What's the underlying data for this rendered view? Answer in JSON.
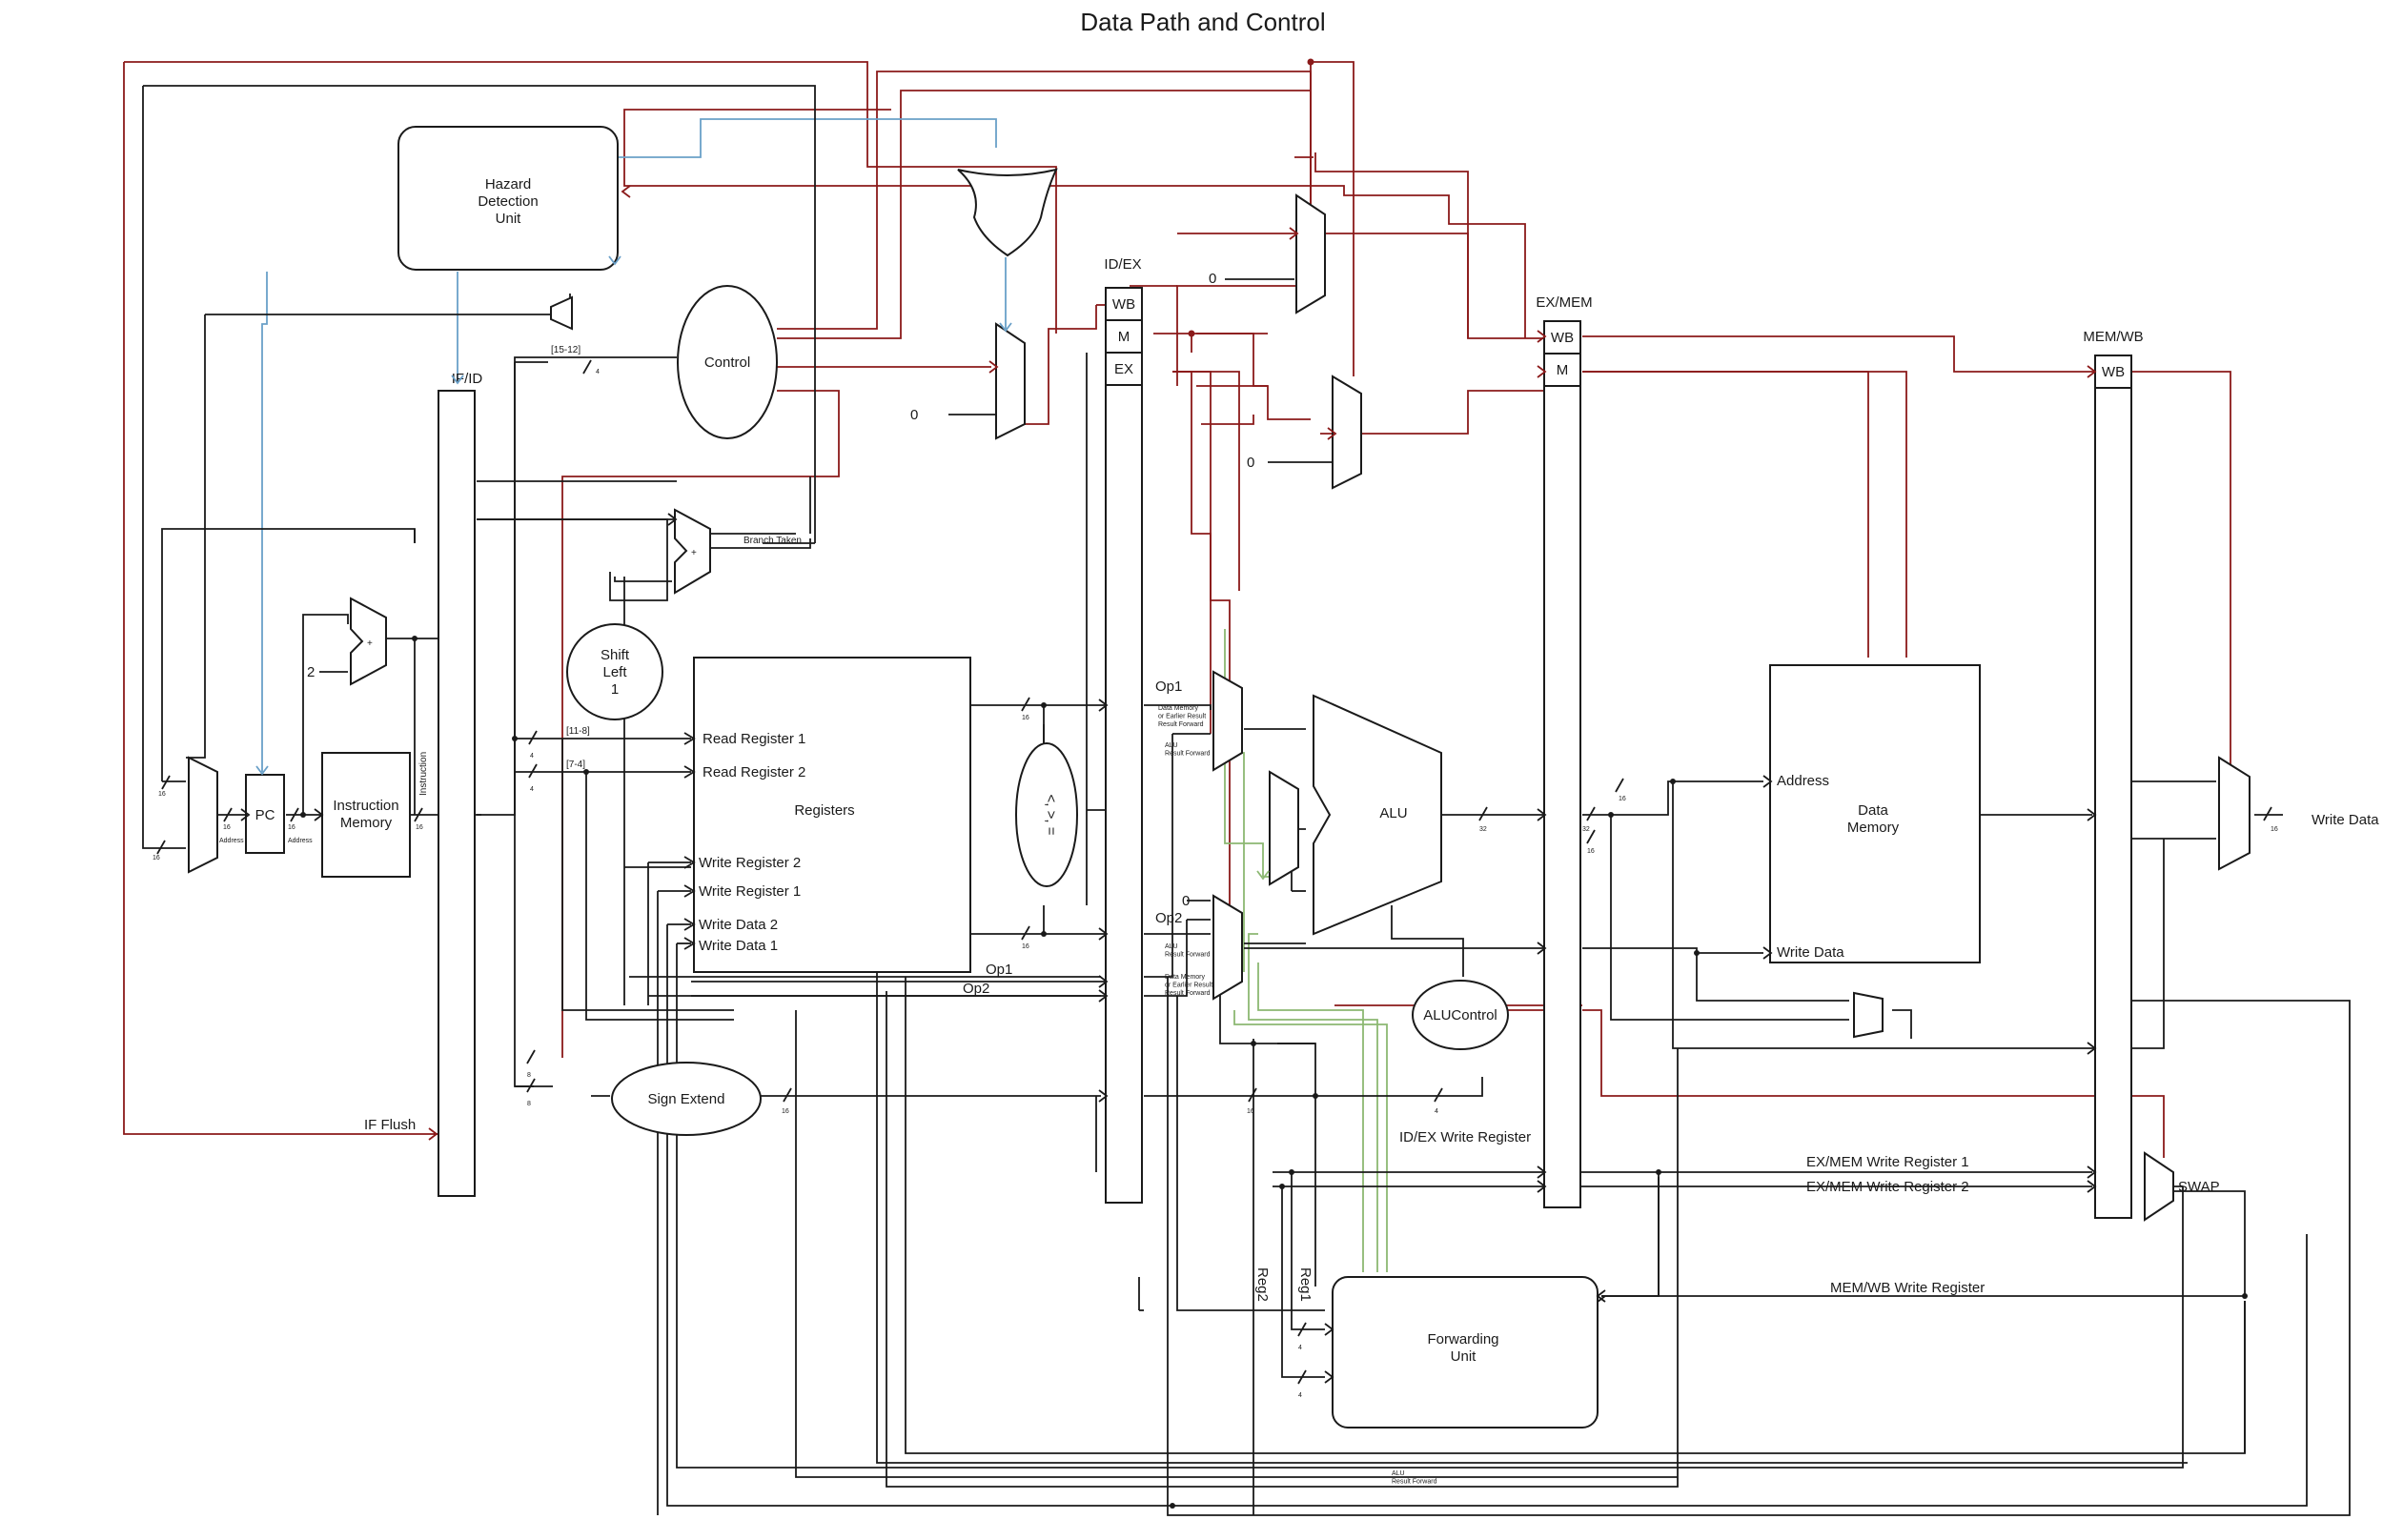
{
  "title": "Data Path and Control",
  "colors": {
    "control": "#8b1a1a",
    "hazard": "#6aa0c8",
    "forward": "#8cb872",
    "data": "#1a1a1a"
  },
  "blocks": {
    "hazard_detection_unit": "Hazard\nDetection\nUnit",
    "control": "Control",
    "pc": "PC",
    "instruction_memory": "Instruction\nMemory",
    "registers": "Registers",
    "shift_left": "Shift\nLeft\n1",
    "sign_extend": "Sign Extend",
    "alu": "ALU",
    "alu_control": "ALUControl",
    "data_memory": "Data\nMemory",
    "forwarding_unit": "Forwarding\nUnit",
    "comparator": "<, >, ="
  },
  "pipeline_registers": {
    "if_id": "IF/ID",
    "id_ex": "ID/EX",
    "ex_mem": "EX/MEM",
    "mem_wb": "MEM/WB",
    "wb": "WB",
    "m": "M",
    "ex": "EX"
  },
  "register_ports": {
    "read_register_1": "Read Register 1",
    "read_register_2": "Read Register 2",
    "write_register_2": "Write Register 2",
    "write_register_1": "Write Register 1",
    "write_data_2": "Write Data 2",
    "write_data_1": "Write Data 1"
  },
  "memory_ports": {
    "address": "Address",
    "write_data": "Write Data"
  },
  "signals": {
    "if_flush": "IF Flush",
    "branch_taken": "Branch Taken",
    "op1": "Op1",
    "op2": "Op2",
    "id_ex_write_register": "ID/EX Write Register",
    "ex_mem_write_register_1": "EX/MEM Write Register 1",
    "ex_mem_write_register_2": "EX/MEM Write Register 2",
    "mem_wb_write_register": "MEM/WB Write Register",
    "reg1": "Reg1",
    "reg2": "Reg2",
    "swap": "SWAP",
    "write_data_out": "Write Data",
    "alu_result_forward": "ALU\nResult Forward",
    "data_memory_forward": "Data Memory\nor Earlier Result\nResult Forward",
    "instruction": "Instruction",
    "address": "Address"
  },
  "field_labels": {
    "bits_15_12": "[15-12]",
    "bits_11_8": "[11-8]",
    "bits_7_4": "[7-4]"
  },
  "constants": {
    "two": "2",
    "zero": "0",
    "plus": "+"
  },
  "widths": {
    "w16": "16",
    "w8": "8",
    "w4": "4",
    "w32": "32"
  }
}
